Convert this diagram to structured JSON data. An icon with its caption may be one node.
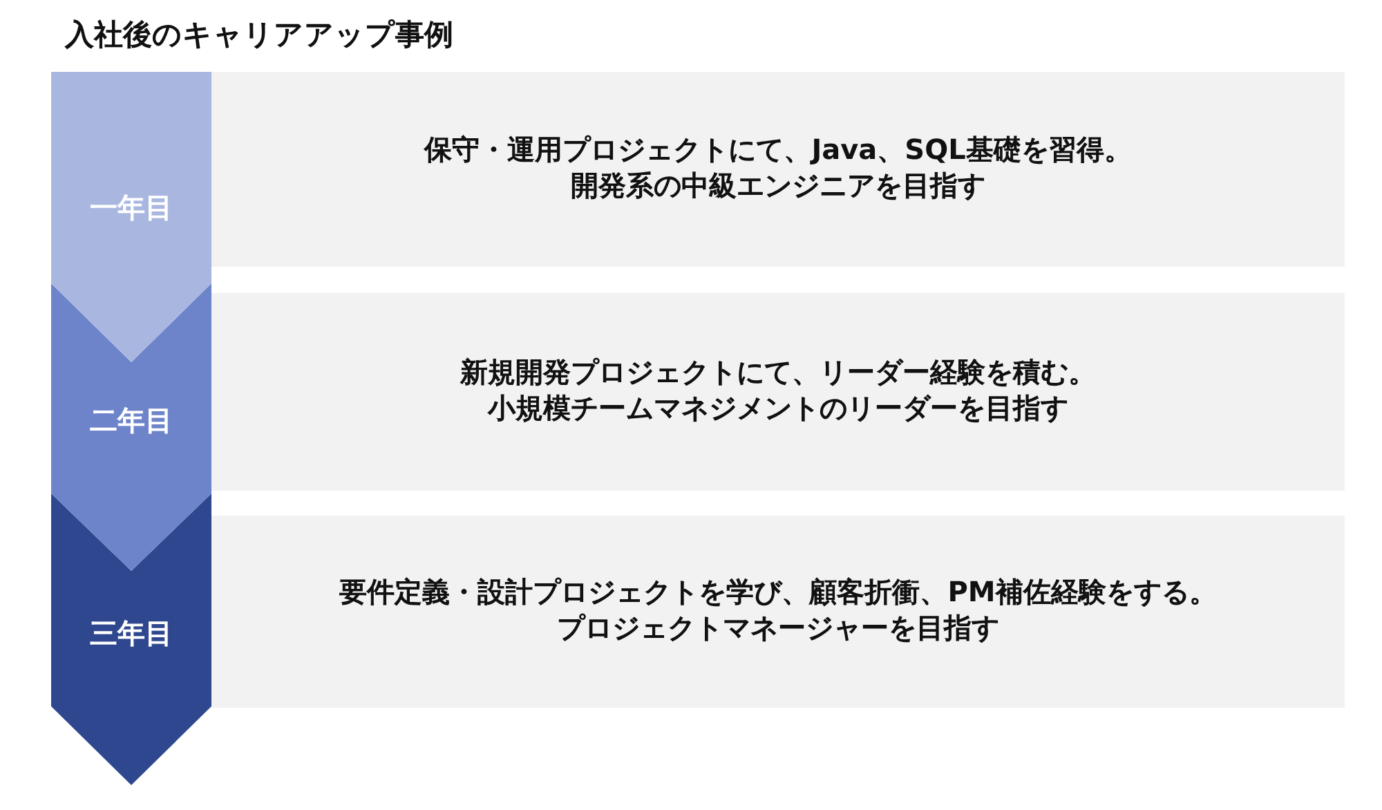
{
  "diagram": {
    "title": "入社後のキャリアアップ事例",
    "nodes": [
      {
        "text": [
          "一年目"
        ]
      },
      {
        "text": [
          "保守・運用プロジェクトにて、Java、SQL基礎を習得。",
          "開発系の中級エンジニアを目指す"
        ]
      },
      {
        "text": [
          "二年目"
        ]
      },
      {
        "text": [
          "新規開発プロジェクトにて、リーダー経験を積む。",
          "小規模チームマネジメントのリーダーを目指す"
        ]
      },
      {
        "text": [
          "三年目"
        ]
      },
      {
        "text": [
          "要件定義・設計プロジェクトを学び、顧客折衝、PM補佐経験をする。",
          "プロジェクトマネージャーを目指す"
        ]
      }
    ],
    "edges": [
      {
        "from": 0,
        "to": 2,
        "arrow": "to"
      },
      {
        "from": 2,
        "to": 4,
        "arrow": "to"
      },
      {
        "from": 4,
        "to": null,
        "arrow": "to"
      }
    ]
  }
}
